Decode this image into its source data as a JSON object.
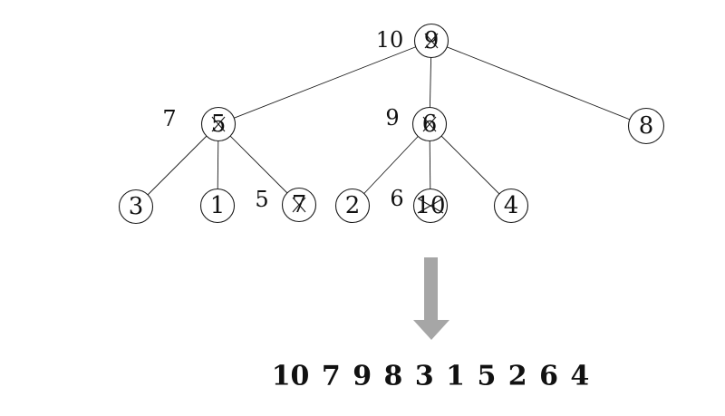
{
  "diagram": {
    "type": "tree-heap-sift-up",
    "colors": {
      "line": "#1a1a1a",
      "background": "#ffffff"
    },
    "nodes": {
      "root": {
        "value": "9",
        "crossed": true,
        "new_label": "10"
      },
      "l": {
        "value": "5",
        "crossed": true,
        "new_label": "7"
      },
      "m": {
        "value": "6",
        "crossed": true,
        "new_label": "9"
      },
      "r": {
        "value": "8",
        "crossed": false
      },
      "ll": {
        "value": "3",
        "crossed": false
      },
      "lm": {
        "value": "1",
        "crossed": false
      },
      "lr": {
        "value": "7",
        "crossed": true,
        "new_label": "5"
      },
      "ml": {
        "value": "2",
        "crossed": false
      },
      "mm": {
        "value": "10",
        "crossed": true,
        "new_label": "6"
      },
      "mr": {
        "value": "4",
        "crossed": false
      }
    },
    "edges": [
      [
        "root",
        "l"
      ],
      [
        "root",
        "m"
      ],
      [
        "root",
        "r"
      ],
      [
        "l",
        "ll"
      ],
      [
        "l",
        "lm"
      ],
      [
        "l",
        "lr"
      ],
      [
        "m",
        "ml"
      ],
      [
        "m",
        "mm"
      ],
      [
        "m",
        "mr"
      ]
    ]
  },
  "arrow": {
    "icon": "down-arrow",
    "color": "#a6a6a6"
  },
  "result": {
    "sequence": "10 7 9 8 3 1 5 2 6 4"
  }
}
